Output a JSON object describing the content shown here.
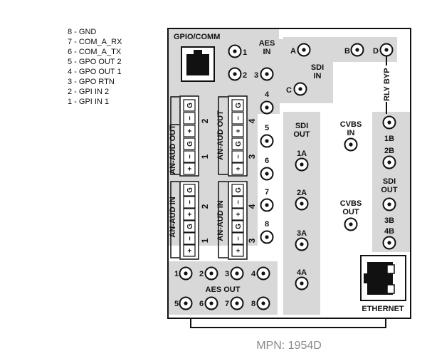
{
  "pinout": [
    "8 - GND",
    "7 - COM_A_RX",
    "6 - COM_A_TX",
    "5 - GPO OUT 2",
    "4 - GPO OUT 1",
    "3 - GPO RTN",
    "2 - GPI IN 2",
    "1 - GPI IN 1"
  ],
  "gpio_comm": "GPIO/COMM",
  "aes_in": {
    "l1": "AES",
    "l2": "IN",
    "p1": "1",
    "p2": "2",
    "p3": "3",
    "p4": "4",
    "p5": "5",
    "p6": "6",
    "p7": "7",
    "p8": "8"
  },
  "sdi_in": {
    "l1": "SDI",
    "l2": "IN",
    "a": "A",
    "b": "B",
    "c": "C",
    "d": "D"
  },
  "rly_byp": "RLY BYP",
  "an_aud_out": "AN-AUD OUT",
  "an_aud_in": "AN-AUD IN",
  "term_sym": {
    "g": "G",
    "plus": "+",
    "minus": "−"
  },
  "group_nums": {
    "n1": "1",
    "n2": "2",
    "n3": "3",
    "n4": "4"
  },
  "sdi_out": {
    "l1": "SDI",
    "l2": "OUT",
    "a1": "1A",
    "a2": "2A",
    "a3": "3A",
    "a4": "4A",
    "b1": "1B",
    "b2": "2B",
    "b3": "3B",
    "b4": "4B"
  },
  "cvbs_in": {
    "l1": "CVBS",
    "l2": "IN"
  },
  "cvbs_out": {
    "l1": "CVBS",
    "l2": "OUT"
  },
  "aes_out": {
    "label": "AES OUT",
    "p1": "1",
    "p2": "2",
    "p3": "3",
    "p4": "4",
    "p5": "5",
    "p6": "6",
    "p7": "7",
    "p8": "8"
  },
  "ethernet": "ETHERNET",
  "mpn": "MPN: 1954D",
  "colors": {
    "panel_gray": "#d8d8d8",
    "outline": "#111111",
    "mpn": "#8a8a8a"
  }
}
